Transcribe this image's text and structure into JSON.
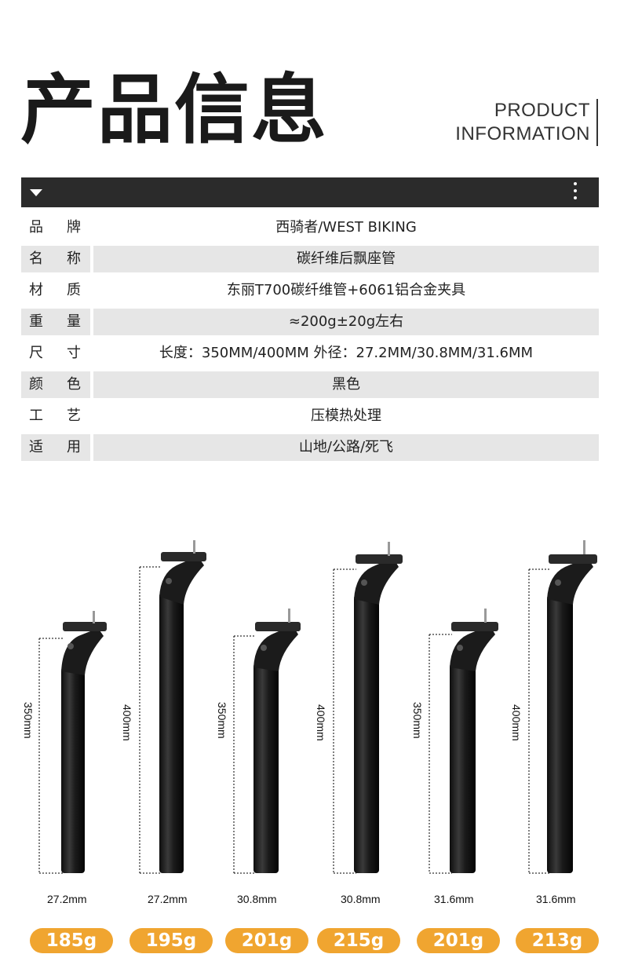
{
  "header": {
    "title": "产品信息",
    "subtitle_line1": "PRODUCT",
    "subtitle_line2": "INFORMATION"
  },
  "specs": [
    {
      "k1": "品",
      "k2": "牌",
      "value": "西骑者/WEST BIKING"
    },
    {
      "k1": "名",
      "k2": "称",
      "value": "碳纤维后飘座管"
    },
    {
      "k1": "材",
      "k2": "质",
      "value": "东丽T700碳纤维管+6061铝合金夹具"
    },
    {
      "k1": "重",
      "k2": "量",
      "value": "≈200g±20g左右"
    },
    {
      "k1": "尺",
      "k2": "寸",
      "value": "长度：350MM/400MM 外径：27.2MM/30.8MM/31.6MM"
    },
    {
      "k1": "颜",
      "k2": "色",
      "value": "黑色"
    },
    {
      "k1": "工",
      "k2": "艺",
      "value": "压模热处理"
    },
    {
      "k1": "适",
      "k2": "用",
      "value": "山地/公路/死飞"
    }
  ],
  "posts": [
    {
      "length": "350mm",
      "diameter": "27.2mm",
      "weight": "185g"
    },
    {
      "length": "400mm",
      "diameter": "27.2mm",
      "weight": "195g"
    },
    {
      "length": "350mm",
      "diameter": "30.8mm",
      "weight": "201g"
    },
    {
      "length": "400mm",
      "diameter": "30.8mm",
      "weight": "215g"
    },
    {
      "length": "350mm",
      "diameter": "31.6mm",
      "weight": "201g"
    },
    {
      "length": "400mm",
      "diameter": "31.6mm",
      "weight": "213g"
    }
  ],
  "colors": {
    "accent": "#f0a530",
    "bar": "#2b2b2b",
    "shade": "#e6e6e6"
  },
  "icons": {
    "collapse": "triangle-down-icon",
    "menu": "vertical-dots-icon"
  }
}
